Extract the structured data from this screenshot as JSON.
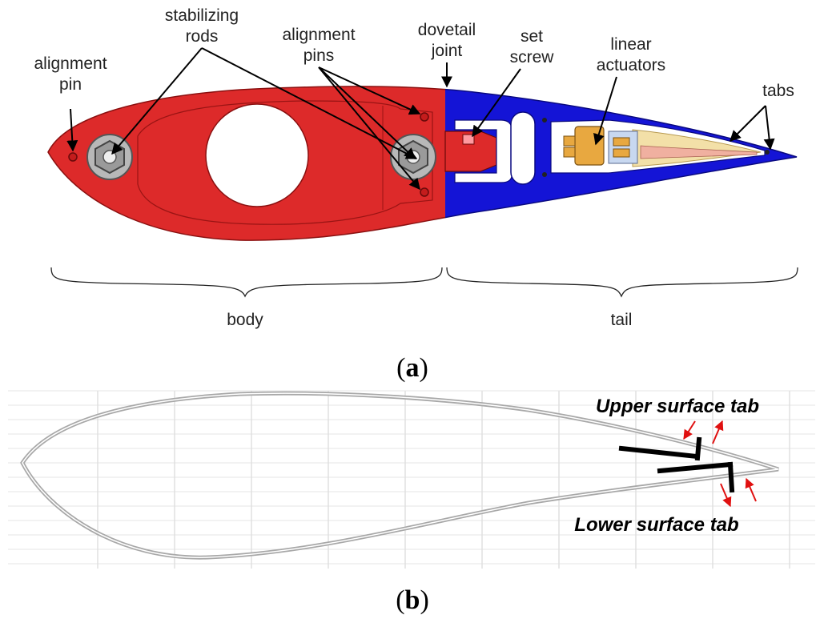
{
  "figure": {
    "panel_a": {
      "label_open": "(",
      "label_letter": "a",
      "label_close": ")",
      "callouts": {
        "alignment_pin": [
          "alignment",
          "pin"
        ],
        "stabilizing_rods": [
          "stabilizing",
          "rods"
        ],
        "alignment_pins": [
          "alignment",
          "pins"
        ],
        "dovetail_joint": [
          "dovetail",
          "joint"
        ],
        "set_screw": [
          "set",
          "screw"
        ],
        "linear_actuators": [
          "linear",
          "actuators"
        ],
        "tabs": [
          "tabs"
        ]
      },
      "sections": {
        "body": "body",
        "tail": "tail"
      }
    },
    "panel_b": {
      "label_open": "(",
      "label_letter": "b",
      "label_close": ")",
      "upper_tab": "Upper surface tab",
      "lower_tab": "Lower surface tab"
    }
  },
  "colors": {
    "body": "#dd2a2a",
    "tail": "#1414d6",
    "arrow_red": "#e01010",
    "outline": "#a8a8a8"
  }
}
